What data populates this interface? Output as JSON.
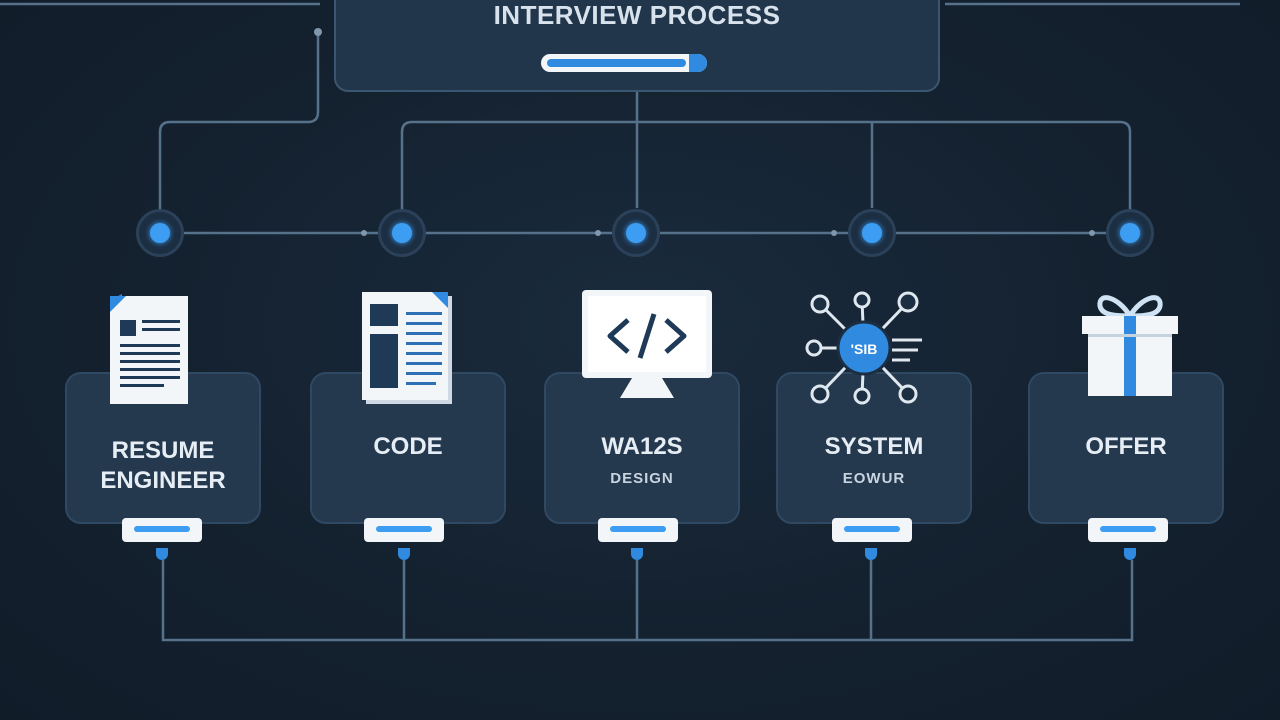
{
  "header": {
    "title": "INTERVIEW PROCESS",
    "progress": 0.9
  },
  "stages": [
    {
      "label": "RESUME\nENGINEER",
      "sublabel": "",
      "icon": "resume-document-icon"
    },
    {
      "label": "CODE",
      "sublabel": "",
      "icon": "code-document-icon"
    },
    {
      "label": "WA12S",
      "sublabel": "DESIGN",
      "icon": "code-monitor-icon"
    },
    {
      "label": "SYSTEM",
      "sublabel": "EOWUR",
      "icon": "network-hub-icon"
    },
    {
      "label": "OFFER",
      "sublabel": "",
      "icon": "gift-box-icon"
    }
  ],
  "hub_text": "'SIB",
  "colors": {
    "background": "#14212f",
    "panel": "#24384e",
    "line": "#5b7891",
    "accent": "#3c9df2",
    "tab": "#f3f6f9"
  }
}
